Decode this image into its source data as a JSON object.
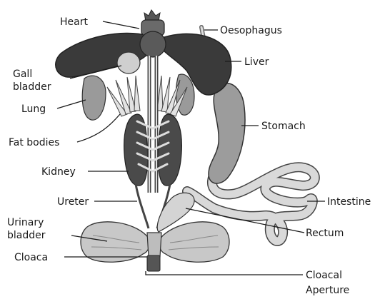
{
  "labels": {
    "heart": "Heart",
    "oesophagus": "Oesophagus",
    "liver": "Liver",
    "gall_bladder_1": "Gall",
    "gall_bladder_2": "bladder",
    "lung": "Lung",
    "stomach": "Stomach",
    "fat_bodies": "Fat bodies",
    "kidney": "Kidney",
    "ureter": "Ureter",
    "intestine": "Intestine",
    "urinary_bladder_1": "Urinary",
    "urinary_bladder_2": "bladder",
    "rectum": "Rectum",
    "cloaca": "Cloaca",
    "cloacal_aperture_1": "Cloacal",
    "cloacal_aperture_2": "Aperture"
  },
  "colors": {
    "liver": "#3a3a3a",
    "heart": "#5a5a5a",
    "kidney": "#4a4a4a",
    "lung": "#9a9a9a",
    "stomach": "#9c9c9c",
    "intestine": "#d9d9d9",
    "bladder": "#c8c8c8",
    "fat": "#e2e2e2",
    "gall": "#cfcfcf"
  }
}
